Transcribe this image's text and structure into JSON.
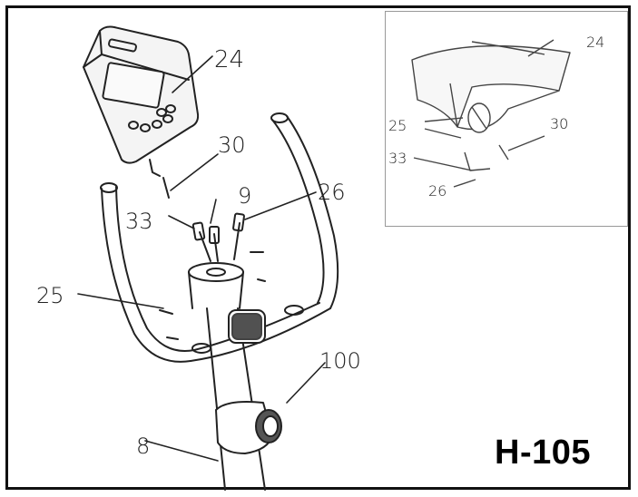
{
  "part_numbers": {
    "console": "24",
    "cable_30": "30",
    "bolt_9": "9",
    "cable_33": "33",
    "cable_26": "26",
    "screw_25": "25",
    "knob_100": "100",
    "post_8": "8"
  },
  "inset_labels": {
    "console": "24",
    "screw_25": "25",
    "cable_30": "30",
    "cable_33": "33",
    "cable_26": "26"
  },
  "diagram_code": "H-105"
}
